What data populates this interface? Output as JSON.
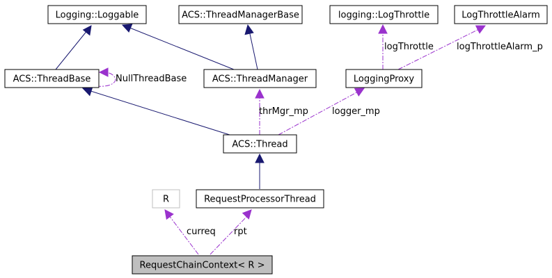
{
  "nodes": {
    "loggable": "Logging::Loggable",
    "thread_manager_base": "ACS::ThreadManagerBase",
    "log_throttle": "logging::LogThrottle",
    "log_throttle_alarm": "LogThrottleAlarm",
    "thread_base": "ACS::ThreadBase",
    "thread_manager": "ACS::ThreadManager",
    "logging_proxy": "LoggingProxy",
    "thread": "ACS::Thread",
    "r": "R",
    "request_processor_thread": "RequestProcessorThread",
    "request_chain_context": "RequestChainContext< R >"
  },
  "edge_labels": {
    "null_thread_base": "NullThreadBase",
    "log_throttle": "logThrottle",
    "log_throttle_alarm_p": "logThrottleAlarm_p",
    "thr_mgr_mp": "thrMgr_mp",
    "logger_mp": "logger_mp",
    "curreq": "curreq",
    "rpt": "rpt"
  },
  "colors": {
    "inheritance_edge": "#191970",
    "usage_edge": "#9a32cd",
    "focus_node_fill": "#bfbfbf",
    "external_node_border": "#bfbfbf"
  }
}
